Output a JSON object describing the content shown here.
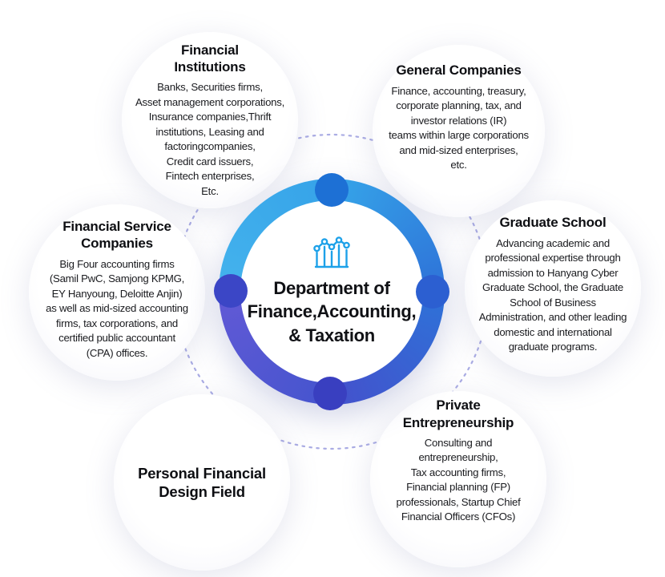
{
  "center_hub": {
    "title": "Department of\nFinance,Accounting,\n& Taxation",
    "icon": "combo-chart-icon",
    "icon_color": "#1da1e9",
    "ring_colors": {
      "top": "#35a2e8",
      "right": "#2e72d8",
      "bottom": "#4254cd",
      "left": "#5f59d5"
    },
    "dot_colors": {
      "top": "#1d70d5",
      "right": "#2c5fd1",
      "bottom": "#393fc0",
      "left": "#3b46c6"
    }
  },
  "connector": {
    "style": "dotted-circle",
    "color": "#aaace4"
  },
  "nodes": [
    {
      "id": "financial-institutions",
      "title": "Financial\nInstitutions",
      "body": "Banks, Securities firms,\nAsset management corporations,\nInsurance companies,Thrift\ninstitutions, Leasing and\nfactoringcompanies,\nCredit card issuers,\nFintech enterprises,\nEtc."
    },
    {
      "id": "general-companies",
      "title": "General Companies",
      "body": "Finance, accounting, treasury,\ncorporate planning, tax, and\ninvestor relations (IR)\nteams within large corporations\nand mid-sized enterprises,\netc."
    },
    {
      "id": "financial-service-companies",
      "title": "Financial Service\nCompanies",
      "body": "Big Four accounting firms\n(Samil PwC, Samjong KPMG,\nEY Hanyoung, Deloitte Anjin)\nas well as mid-sized accounting\nfirms, tax corporations, and\ncertified public accountant\n(CPA) offices."
    },
    {
      "id": "graduate-school",
      "title": "Graduate School",
      "body": "Advancing academic and\nprofessional expertise through\nadmission to Hanyang Cyber\nGraduate School, the Graduate\nSchool of Business\nAdministration, and other leading\ndomestic and international\ngraduate programs."
    },
    {
      "id": "personal-financial-design-field",
      "title": "Personal Financial\nDesign Field",
      "body": ""
    },
    {
      "id": "private-entrepreneurship",
      "title": "Private\nEntrepreneurship",
      "body": "Consulting and\nentrepreneurship,\nTax accounting firms,\nFinancial planning (FP)\nprofessionals, Startup Chief\nFinancial Officers (CFOs)"
    }
  ]
}
